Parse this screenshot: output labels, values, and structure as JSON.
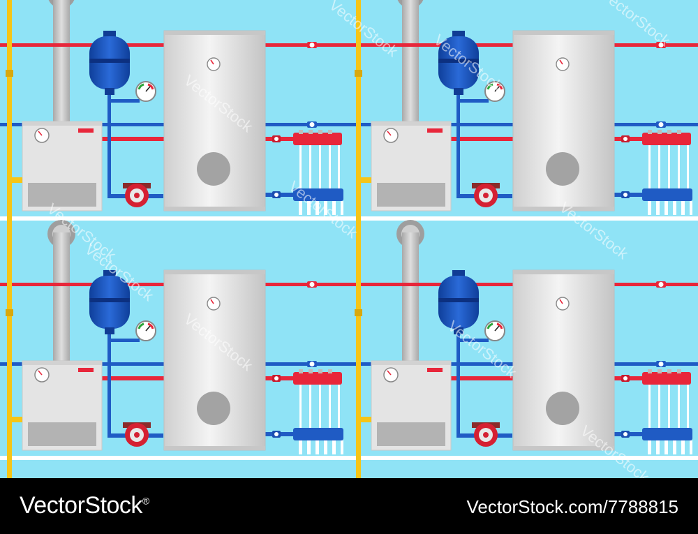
{
  "illustration": {
    "watermark_text": "VectorStock",
    "colors": {
      "background": "#8fe3f6",
      "pipe_hot": "#e8263a",
      "pipe_cold": "#1f5bc4",
      "gas_pipe": "#f5c518",
      "expansion_tank": "#1a58c2",
      "boiler_body": "#e6e6e6",
      "water_heater": "#dcdcdc",
      "chimney": "#bdbdbd"
    },
    "icons": [
      "boiler-icon",
      "chimney-icon",
      "expansion-tank-icon",
      "pressure-gauge-icon",
      "circulation-pump-icon",
      "water-heater-icon",
      "hot-manifold-icon",
      "cold-manifold-icon",
      "valve-icon"
    ]
  },
  "banner": {
    "brand": "VectorStock",
    "brand_mark": "®",
    "image_id": "VectorStock.com/7788815"
  }
}
